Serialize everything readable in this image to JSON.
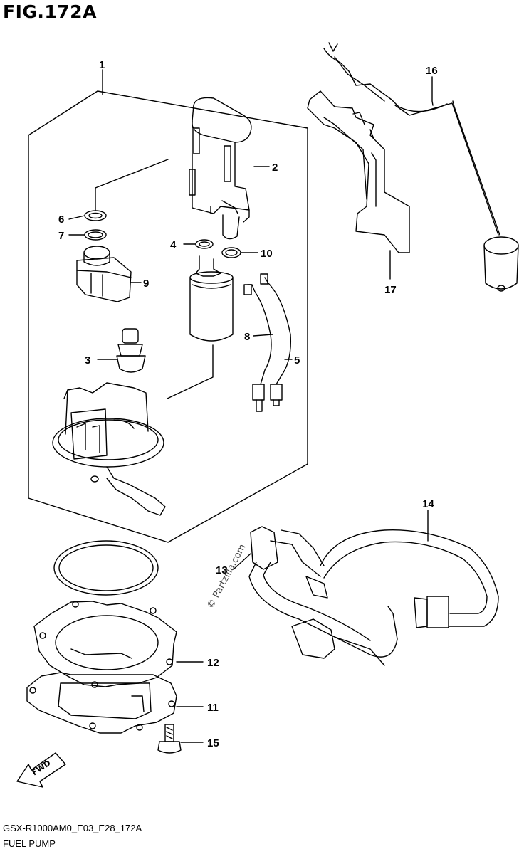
{
  "header": {
    "figure_title": "FIG.172A"
  },
  "footer": {
    "diagram_code": "GSX-R1000AM0_E03_E28_172A",
    "section_name": "FUEL PUMP"
  },
  "callouts": [
    "1",
    "2",
    "3",
    "4",
    "5",
    "6",
    "7",
    "8",
    "9",
    "10",
    "11",
    "12",
    "13",
    "14",
    "15",
    "16",
    "17"
  ],
  "watermark": "© Partzilla.com",
  "direction_badge": "FWD"
}
